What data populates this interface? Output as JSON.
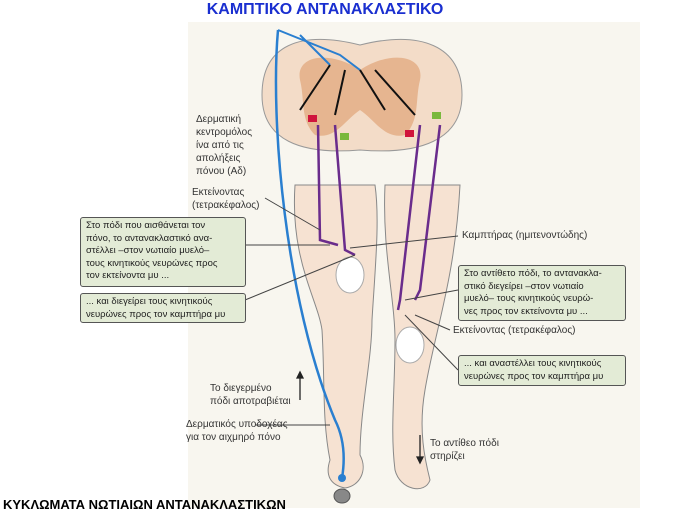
{
  "title": "ΚΑΜΠΤΙΚΟ ΑΝΤΑΝΑΚΛΑΣΤΙΚΟ",
  "footer": "ΚΥΚΛΩΜΑΤΑ ΝΩΤΙΑΙΩΝ ΑΝΤΑΝΑΚΛΑΣΤΙΚΩΝ",
  "labels": {
    "afferent": [
      "Δερματική",
      "κεντρομόλος",
      "ίνα από τις",
      "απολήξεις",
      "πόνου (Αδ)"
    ],
    "extensor_left": [
      "Εκτείνοντας",
      "(τετρακέφαλος)"
    ],
    "flexor": "Καμπτήρας (ημιτενοντώδης)",
    "extensor_right": "Εκτείνοντας (τετρακέφαλος)",
    "withdraw": [
      "Το διεγερμένο",
      "πόδι αποτραβιέται"
    ],
    "receptor": [
      "Δερματικός υποδοχέας",
      "για τον αιχμηρό πόνο"
    ],
    "support": [
      "Το αντίθεο πόδι",
      "στηρίζει"
    ]
  },
  "boxes": {
    "left_inhibit": [
      "Στο πόδι που αισθάνεται τον",
      "πόνο, το αντανακλαστικό ανα-",
      "στέλλει –στον νωτιαίο μυελό–",
      "τους κινητικούς νευρώνες προς",
      "τον εκτείνοντα μυ ..."
    ],
    "left_excite": [
      "... και διεγείρει τους κινητικούς",
      "νευρώνες προς τον καμπτήρα μυ"
    ],
    "right_excite": [
      "Στο αντίθετο πόδι, το αντανακλα-",
      "στικό διεγείρει –στον νωτιαίο",
      "μυελό– τους κινητικούς νευρώ-",
      "νες προς τον εκτείνοντα μυ ..."
    ],
    "right_inhibit": [
      "... και αναστέλλει τους κινητικούς",
      "νευρώνες προς τον καμπτήρα μυ"
    ]
  },
  "colors": {
    "title": "#1a2fd0",
    "afferent": "#2a7fd0",
    "motor": "#6a2c8c",
    "box": "#e3ebd6"
  }
}
